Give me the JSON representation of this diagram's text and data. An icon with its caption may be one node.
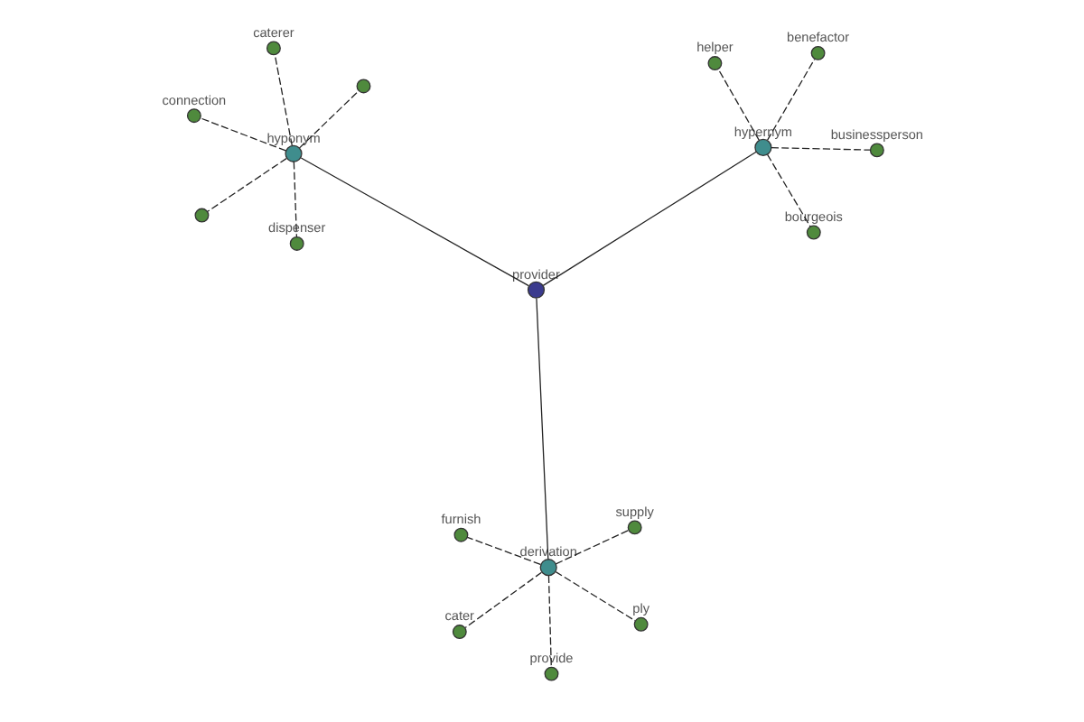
{
  "diagram": {
    "nodes": [
      {
        "text": [],
        "shape": "circle"
      },
      {
        "text": [],
        "shape": "circle"
      },
      {
        "text": [
          "dispenser"
        ]
      },
      {
        "text": [
          "hyponym"
        ]
      },
      {
        "text": [
          "caterer"
        ]
      },
      {
        "text": [
          "bourgeois"
        ]
      },
      {
        "text": [
          "benefactor"
        ]
      },
      {
        "text": [
          "connection"
        ]
      },
      {
        "text": [
          "helper"
        ]
      },
      {
        "text": [
          "ply"
        ]
      },
      {
        "text": [
          "provider"
        ]
      },
      {
        "text": [
          "hypernym"
        ]
      },
      {
        "text": [
          "provide"
        ]
      },
      {
        "text": [
          "businessperson"
        ]
      },
      {
        "text": [
          "derivation"
        ]
      },
      {
        "text": [
          "furnish"
        ]
      },
      {
        "text": [
          "supply"
        ]
      },
      {
        "text": [
          "cater"
        ]
      }
    ],
    "edges": [
      {
        "from": 3,
        "to": 10,
        "arrow": "none"
      },
      {
        "from": 10,
        "to": 11,
        "arrow": "none"
      },
      {
        "from": 10,
        "to": 14,
        "arrow": "none"
      },
      {
        "from": 3,
        "to": 0,
        "arrow": "none",
        "style": "dashed"
      },
      {
        "from": 3,
        "to": 1,
        "arrow": "none",
        "style": "dashed"
      },
      {
        "from": 3,
        "to": 2,
        "arrow": "none",
        "style": "dashed"
      },
      {
        "from": 3,
        "to": 4,
        "arrow": "none",
        "style": "dashed"
      },
      {
        "from": 3,
        "to": 7,
        "arrow": "none",
        "style": "dashed"
      },
      {
        "from": 11,
        "to": 5,
        "arrow": "none",
        "style": "dashed"
      },
      {
        "from": 11,
        "to": 6,
        "arrow": "none",
        "style": "dashed"
      },
      {
        "from": 11,
        "to": 8,
        "arrow": "none",
        "style": "dashed"
      },
      {
        "from": 11,
        "to": 13,
        "arrow": "none",
        "style": "dashed"
      },
      {
        "from": 14,
        "to": 9,
        "arrow": "none",
        "style": "dashed"
      },
      {
        "from": 14,
        "to": 12,
        "arrow": "none",
        "style": "dashed"
      },
      {
        "from": 14,
        "to": 15,
        "arrow": "none",
        "style": "dashed"
      },
      {
        "from": 14,
        "to": 16,
        "arrow": "none",
        "style": "dashed"
      },
      {
        "from": 14,
        "to": 17,
        "arrow": "none",
        "style": "dashed"
      }
    ]
  }
}
